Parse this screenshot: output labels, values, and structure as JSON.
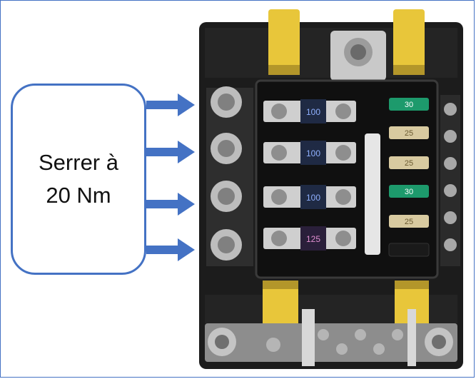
{
  "callout": {
    "line1": "Serrer à",
    "line2": "20 Nm"
  },
  "fuses": [
    {
      "label": "100",
      "color": "#1f2a44"
    },
    {
      "label": "100",
      "color": "#1f2a44"
    },
    {
      "label": "100",
      "color": "#1f2a44"
    },
    {
      "label": "125",
      "color": "#2a1f3a"
    }
  ],
  "blade_fuses": [
    {
      "label": "30",
      "color": "#1d9a6c"
    },
    {
      "label": "25",
      "color": "#d8caa0"
    },
    {
      "label": "25",
      "color": "#d8caa0"
    },
    {
      "label": "30",
      "color": "#1d9a6c"
    },
    {
      "label": "25",
      "color": "#d8caa0"
    },
    {
      "label": "",
      "color": "#1a1a1a"
    }
  ],
  "colors": {
    "accent": "#4472c4",
    "latch": "#e8c63a",
    "housing": "#1c1c1c"
  }
}
